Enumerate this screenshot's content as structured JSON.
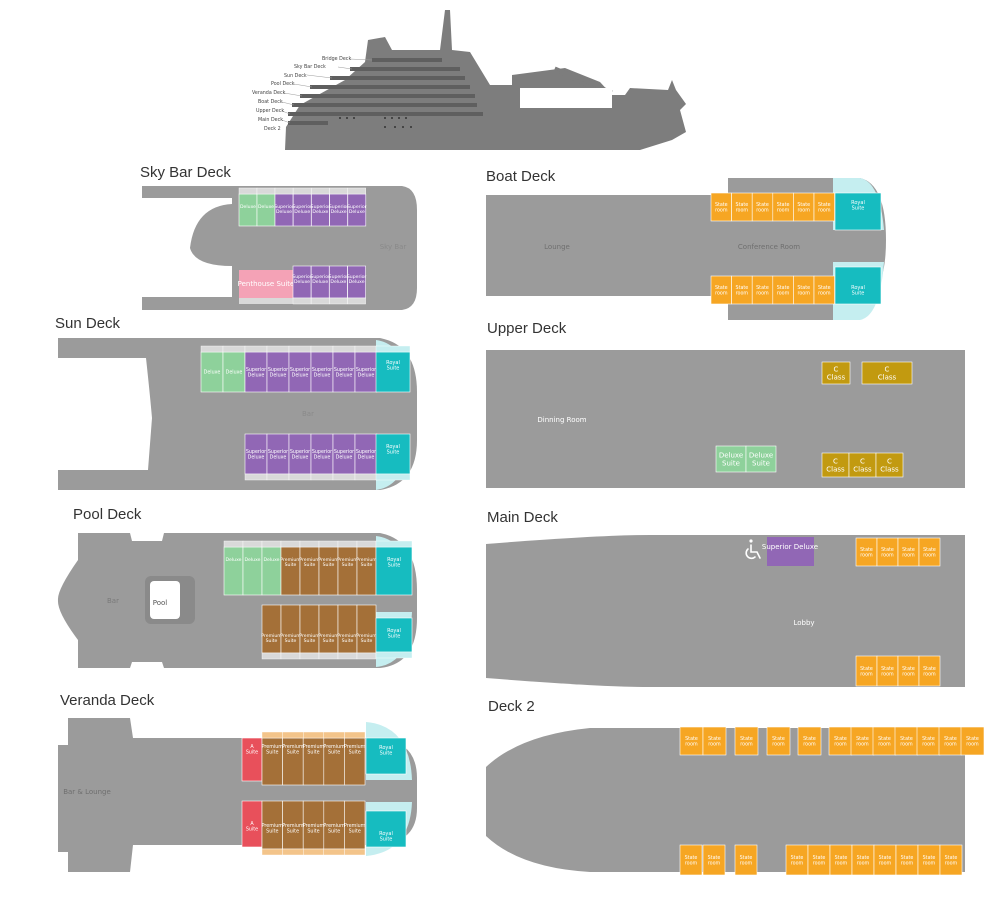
{
  "colors": {
    "hull": "#9b9b9b",
    "hull_dark": "#6f6f6f",
    "stateroom": "#f6a623",
    "c_class": "#c29a10",
    "deluxe": "#8ed19b",
    "superior": "#9167b5",
    "premium": "#a47038",
    "royal": "#16bcc0",
    "glass": "#c5eef0",
    "a_suite": "#e8505b",
    "penthouse": "#f4a2b6",
    "balcony": "#d9d9d9"
  },
  "profile": {
    "levels": [
      "Bridge Deck",
      "Sky Bar Deck",
      "Sun Deck",
      "Pool Deck",
      "Veranda Deck",
      "Boat Deck",
      "Upper Deck",
      "Main Deck",
      "Deck 2"
    ]
  },
  "decks": {
    "skybar": {
      "title": "Sky Bar Deck",
      "top_cabins": [
        "Deluxe",
        "Deluxe",
        "Superior\nDeluxe",
        "Superior\nDeluxe",
        "Superior\nDeluxe",
        "Superior\nDeluxe",
        "Superior\nDeluxe"
      ],
      "penthouse": "Penthouse Suite",
      "bottom_cabins": [
        "Superior\nDeluxe",
        "Superior\nDeluxe",
        "Superior\nDeluxe",
        "Superior\nDeluxe"
      ],
      "area": "Sky Bar"
    },
    "sun": {
      "title": "Sun Deck",
      "top_cabins": [
        "Deluxe",
        "Deluxe",
        "Superior\nDeluxe",
        "Superior\nDeluxe",
        "Superior\nDeluxe",
        "Superior\nDeluxe",
        "Superior\nDeluxe",
        "Superior\nDeluxe"
      ],
      "top_royal": "Royal\nSuite",
      "bottom_cabins": [
        "Superior\nDeluxe",
        "Superior\nDeluxe",
        "Superior\nDeluxe",
        "Superior\nDeluxe",
        "Superior\nDeluxe",
        "Superior\nDeluxe"
      ],
      "bottom_royal": "Royal\nSuite",
      "area": "Bar"
    },
    "pool": {
      "title": "Pool Deck",
      "top_cabins": [
        "Deluxe",
        "Deluxe",
        "Deluxe",
        "Premium\nSuite",
        "Premium\nSuite",
        "Premium\nSuite",
        "Premium\nSuite",
        "Premium\nSuite"
      ],
      "top_royal": "Royal\nSuite",
      "bottom_cabins": [
        "Premium\nSuite",
        "Premium\nSuite",
        "Premium\nSuite",
        "Premium\nSuite",
        "Premium\nSuite",
        "Premium\nSuite"
      ],
      "bottom_royal": "Royal\nSuite",
      "pool_label": "Pool",
      "area": "Bar"
    },
    "veranda": {
      "title": "Veranda Deck",
      "top_a": "A\nSuite",
      "top_cabins": [
        "Premium\nSuite",
        "Premium\nSuite",
        "Premium\nSuite",
        "Premium\nSuite",
        "Premium\nSuite"
      ],
      "top_royal": "Royal\nSuite",
      "bottom_a": "A\nSuite",
      "bottom_cabins": [
        "Premium\nSuite",
        "Premium\nSuite",
        "Premium\nSuite",
        "Premium\nSuite",
        "Premium\nSuite"
      ],
      "bottom_royal": "Royal\nSuite",
      "area": "Bar & Lounge"
    },
    "boat": {
      "title": "Boat Deck",
      "top_cabins": [
        "State\nroom",
        "State\nroom",
        "State\nroom",
        "State\nroom",
        "State\nroom",
        "State\nroom"
      ],
      "top_royal": "Royal\nSuite",
      "bottom_cabins": [
        "State\nroom",
        "State\nroom",
        "State\nroom",
        "State\nroom",
        "State\nroom",
        "State\nroom"
      ],
      "bottom_royal": "Royal\nSuite",
      "area_left": "Lounge",
      "area_mid": "Conference Room"
    },
    "upper": {
      "title": "Upper Deck",
      "area": "Dinning Room",
      "top_c": [
        "C\nClass",
        "C\nClass"
      ],
      "deluxe": [
        "Deluxe\nSuite",
        "Deluxe\nSuite"
      ],
      "bottom_c": [
        "C\nClass",
        "C\nClass",
        "C\nClass"
      ]
    },
    "main": {
      "title": "Main Deck",
      "superior": "Superior\nDeluxe",
      "top_cabins": [
        "State\nroom",
        "State\nroom",
        "State\nroom",
        "State\nroom"
      ],
      "bottom_cabins": [
        "State\nroom",
        "State\nroom",
        "State\nroom",
        "State\nroom"
      ],
      "area": "Lobby"
    },
    "deck2": {
      "title": "Deck 2",
      "top_cabins": [
        "State\nroom",
        "State\nroom",
        "State\nroom",
        "State\nroom",
        "State\nroom",
        "State\nroom",
        "State\nroom",
        "State\nroom",
        "State\nroom",
        "State\nroom",
        "State\nroom",
        "State\nroom"
      ],
      "bottom_cabins": [
        "State\nroom",
        "State\nroom",
        "State\nroom",
        "State\nroom",
        "State\nroom",
        "State\nroom",
        "State\nroom",
        "State\nroom",
        "State\nroom",
        "State\nroom",
        "State\nroom"
      ]
    }
  }
}
